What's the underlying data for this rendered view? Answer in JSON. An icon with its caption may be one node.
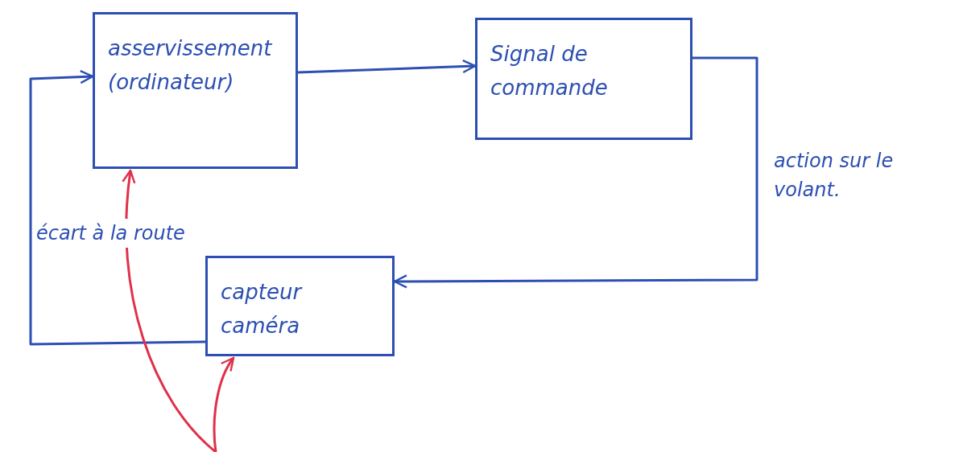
{
  "diagram": {
    "nodes": [
      {
        "text": [
          "asservissement (ordinateur)"
        ]
      },
      {
        "text": [
          "Signal de commande"
        ]
      },
      {
        "text": [
          "capteur caméra"
        ]
      }
    ],
    "edges": [
      {
        "from": 0,
        "to": 1,
        "arrow": "to"
      },
      {
        "from": 1,
        "to": 2,
        "arrow": "to",
        "label": "action sur le volant."
      },
      {
        "from": 2,
        "to": 0,
        "arrow": "to",
        "label": "écart à la route"
      },
      {
        "from": null,
        "to": 0,
        "arrow": "to",
        "color": "#e0304a"
      },
      {
        "from": null,
        "to": 2,
        "arrow": "to",
        "color": "#e0304a"
      }
    ]
  }
}
